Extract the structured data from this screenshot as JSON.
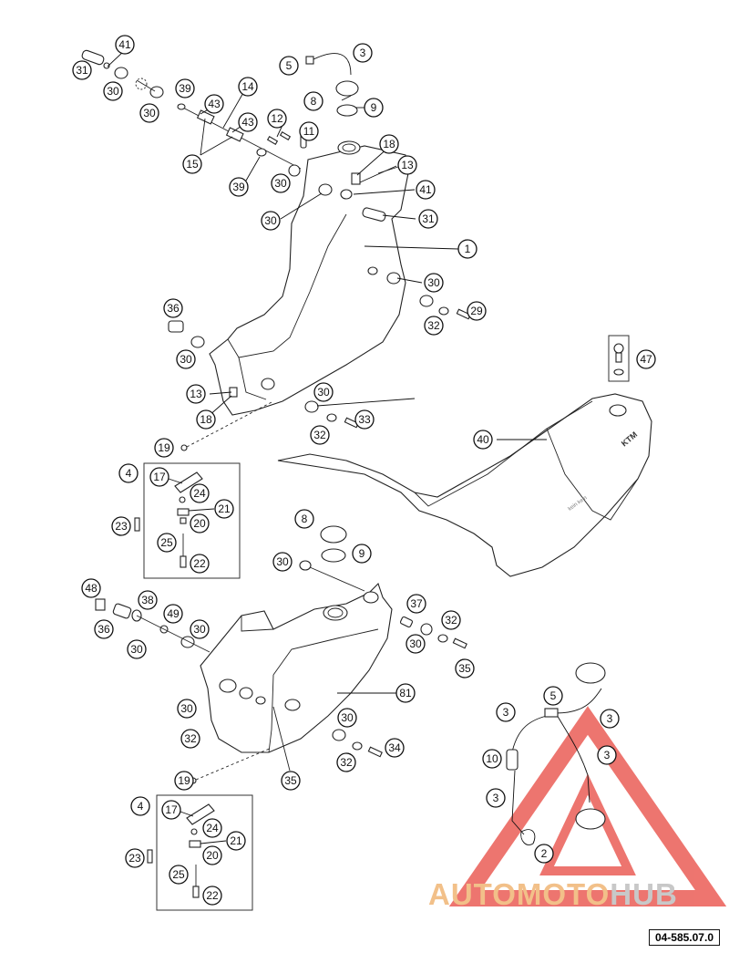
{
  "diagram": {
    "document_code": "04-585.07.0",
    "watermark": {
      "part1": "AUTOMOTO",
      "part2": "HUB",
      "color1": "#f2c089",
      "color2": "#c8c8c8",
      "triangle_color": "#e8473f"
    },
    "callouts": {
      "c41a": "41",
      "c31a": "31",
      "c30a": "30",
      "c30b": "30",
      "c39a": "39",
      "c43a": "43",
      "c14": "14",
      "c43b": "43",
      "c15": "15",
      "c39b": "39",
      "c5a": "5",
      "c3a": "3",
      "c8a": "8",
      "c9a": "9",
      "c12": "12",
      "c11": "11",
      "c18a": "18",
      "c13a": "13",
      "c30c": "30",
      "c41b": "41",
      "c30d": "30",
      "c31b": "31",
      "c1": "1",
      "c30e": "30",
      "c29": "29",
      "c32a": "32",
      "c36a": "36",
      "c30f": "30",
      "c47": "47",
      "c13b": "13",
      "c18b": "18",
      "c30g": "30",
      "c33": "33",
      "c32b": "32",
      "c40": "40",
      "c19a": "19",
      "c4a": "4",
      "c17a": "17",
      "c24a": "24",
      "c21a": "21",
      "c23a": "23",
      "c20a": "20",
      "c25a": "25",
      "c22a": "22",
      "c8b": "8",
      "c9b": "9",
      "c30h": "30",
      "c48": "48",
      "c38": "38",
      "c49": "49",
      "c30i": "30",
      "c36b": "36",
      "c30j": "30",
      "c37": "37",
      "c32c": "32",
      "c30k": "30",
      "c35a": "35",
      "c81": "81",
      "c30l": "30",
      "c32d": "32",
      "c30m": "30",
      "c34": "34",
      "c35b": "35",
      "c32e": "32",
      "c19b": "19",
      "c4b": "4",
      "c17b": "17",
      "c24b": "24",
      "c21b": "21",
      "c23b": "23",
      "c20b": "20",
      "c25b": "25",
      "c22b": "22",
      "c3b": "3",
      "c5b": "5",
      "c3c": "3",
      "c10": "10",
      "c3d": "3",
      "c3e": "3",
      "c2": "2"
    }
  }
}
